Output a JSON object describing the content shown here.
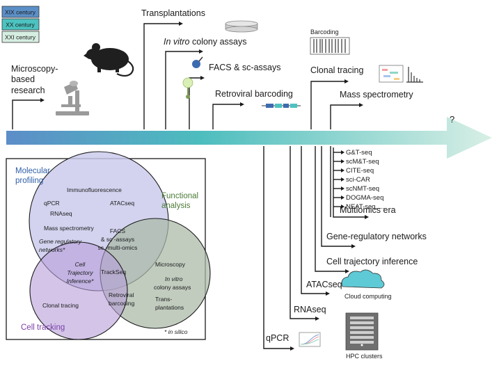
{
  "legend": [
    {
      "label": "XIX century",
      "color": "#5b8fc7"
    },
    {
      "label": "XX century",
      "color": "#4cc3c0"
    },
    {
      "label": "XXI century",
      "color": "#d6eee2"
    }
  ],
  "timeline": {
    "question": "?",
    "above": {
      "microscopy_1": "Microscopy-",
      "microscopy_2": "based",
      "microscopy_3": "research",
      "transplantations": "Transplantations",
      "invitro_italic": "In vitro",
      "invitro_rest": " colony assays",
      "facs": "FACS & sc-assays",
      "retroviral": "Retroviral barcoding",
      "barcoding_caption": "Barcoding",
      "clonal": "Clonal tracing",
      "massspec": "Mass spectrometry"
    },
    "below": {
      "omics_list": [
        "G&T-seq",
        "scM&T-seq",
        "CITE-seq",
        "sci-CAR",
        "scNMT-seq",
        "DOGMA-seq",
        "NEAT-seq, ..."
      ],
      "multiomics": "Multiomics era",
      "grn": "Gene-regulatory networks",
      "cti": "Cell trajectory inference",
      "atac": "ATACseq",
      "cloud": "Cloud computing",
      "rnaseq": "RNAseq",
      "qpcr": "qPCR",
      "hpc": "HPC clusters"
    }
  },
  "venn": {
    "molecular_1": "Molecular",
    "molecular_2": "profiling",
    "functional_1": "Functional",
    "functional_2": "analysis",
    "tracking": "Cell tracking",
    "immuno": "Immunofluorescence",
    "qpcr": "qPCR",
    "atac": "ATACseq",
    "rnaseq": "RNAseq",
    "massspec": "Mass spectrometry",
    "grn_1": "Gene regulatory",
    "grn_2": "networks*",
    "facs_1": "FACS",
    "facs_2": "& sc -assays",
    "facs_3": "sc -multi-omics",
    "cti_1": "Cell",
    "cti_2": "Trajectory",
    "cti_3": "Inference*",
    "trackseq": "TrackSeq",
    "microscopy": "Microscopy",
    "invitro_1_italic": "In vitro",
    "invitro_2": "colony assays",
    "transpl_1": "Trans-",
    "transpl_2": "plantations",
    "clonal": "Clonal tracing",
    "retro_1": "Retroviral",
    "retro_2": "barcoding",
    "insilico": "* in silico"
  },
  "colors": {
    "molecular": "#c9c9ec",
    "functional": "#a9b8a6",
    "tracking": "#b79fd8",
    "molecular_text": "#2e5ea8",
    "functional_text": "#4a7b37",
    "tracking_text": "#7a3ea8",
    "cloud": "#5ecad6"
  }
}
